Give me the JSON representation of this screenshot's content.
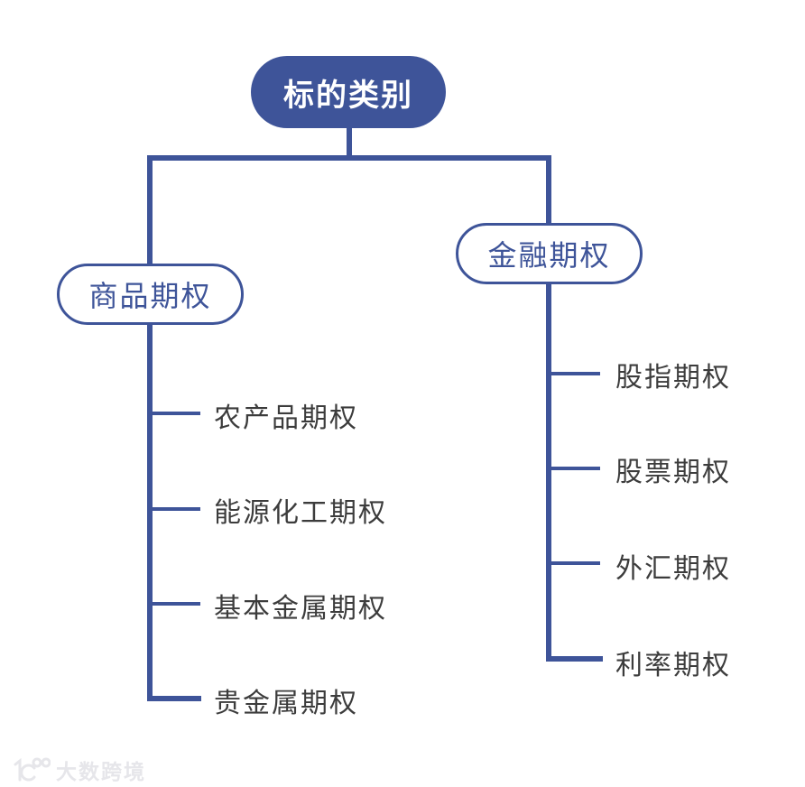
{
  "palette": {
    "accent": "#3E5499",
    "root_fill": "#3E5499",
    "root_text_color": "#FFFFFF",
    "branch_text_color": "#3E5499",
    "leaf_text_color": "#3C3C3C",
    "watermark_color": "#E6E6EA",
    "background": "#FFFFFF"
  },
  "diagram": {
    "type": "tree",
    "root": {
      "label": "标的类别"
    },
    "branches": [
      {
        "label": "商品期权",
        "children": [
          "农产品期权",
          "能源化工期权",
          "基本金属期权",
          "贵金属期权"
        ]
      },
      {
        "label": "金融期权",
        "children": [
          "股指期权",
          "股票期权",
          "外汇期权",
          "利率期权"
        ]
      }
    ]
  },
  "watermark": {
    "logo": "100-logo",
    "text": "大数跨境"
  }
}
